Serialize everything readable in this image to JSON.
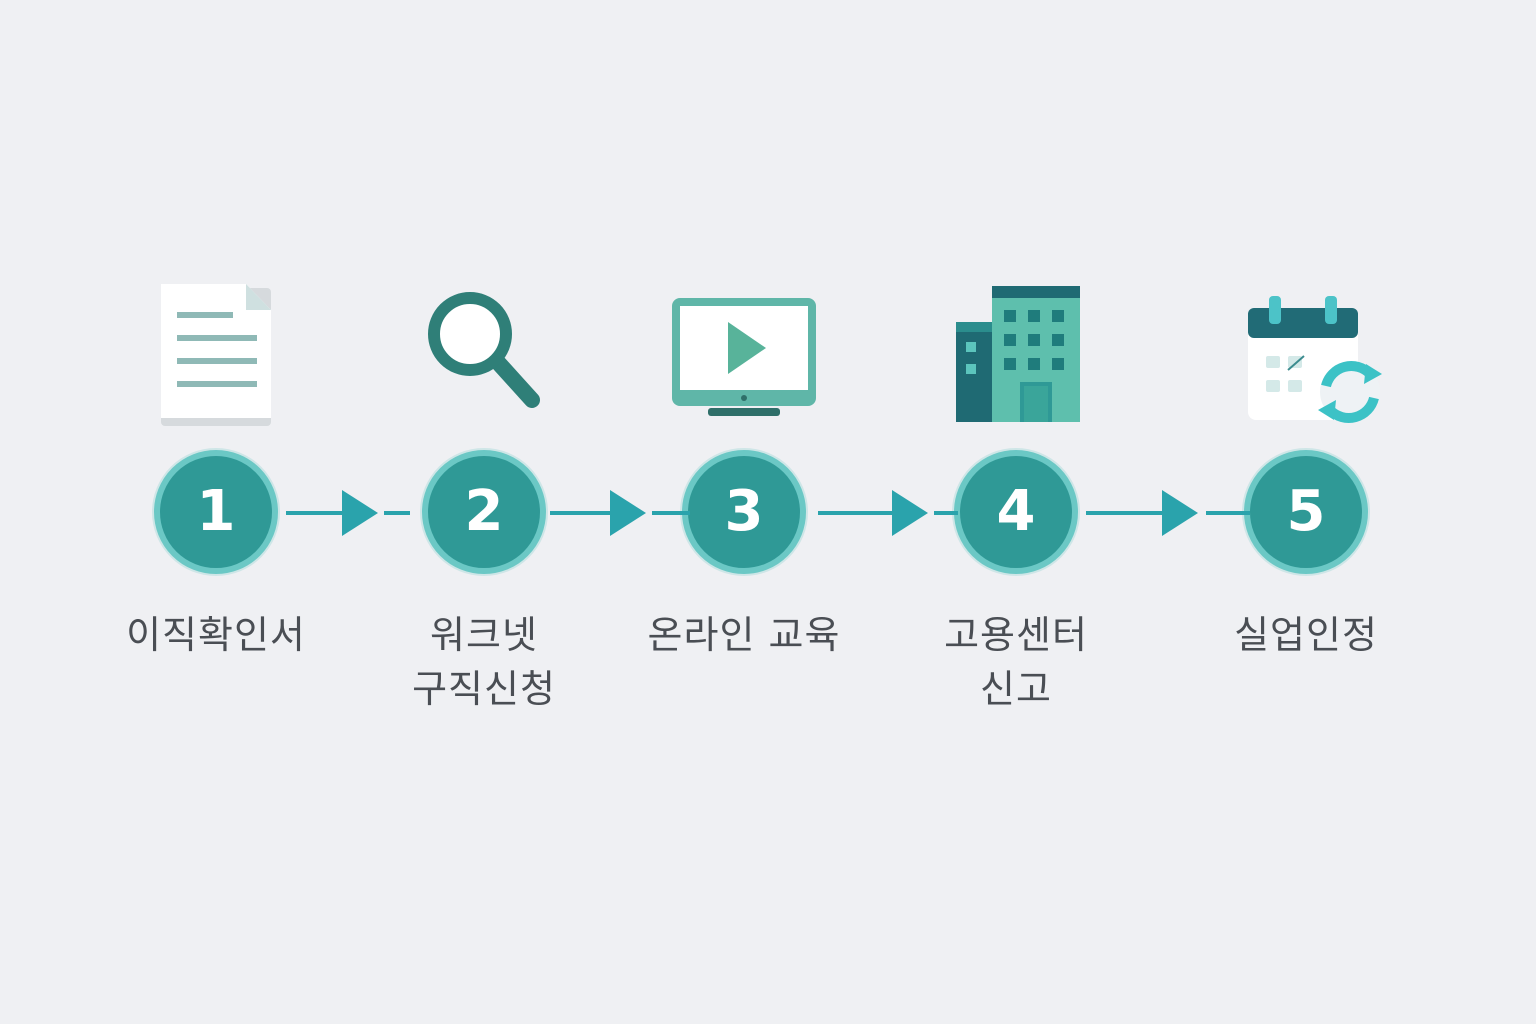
{
  "steps": [
    {
      "number": "1",
      "label": "이직확인서",
      "icon": "document-icon"
    },
    {
      "number": "2",
      "label": "워크넷\n구직신청",
      "icon": "magnifier-icon"
    },
    {
      "number": "3",
      "label": "온라인 교육",
      "icon": "video-monitor-icon"
    },
    {
      "number": "4",
      "label": "고용센터\n신고",
      "icon": "office-building-icon"
    },
    {
      "number": "5",
      "label": "실업인정",
      "icon": "calendar-refresh-icon"
    }
  ],
  "colors": {
    "background": "#eff0f3",
    "badge_fill": "#2f9996",
    "badge_ring": "#6bc8c5",
    "arrow": "#2aa3ac",
    "label_text": "#4a4e54"
  }
}
